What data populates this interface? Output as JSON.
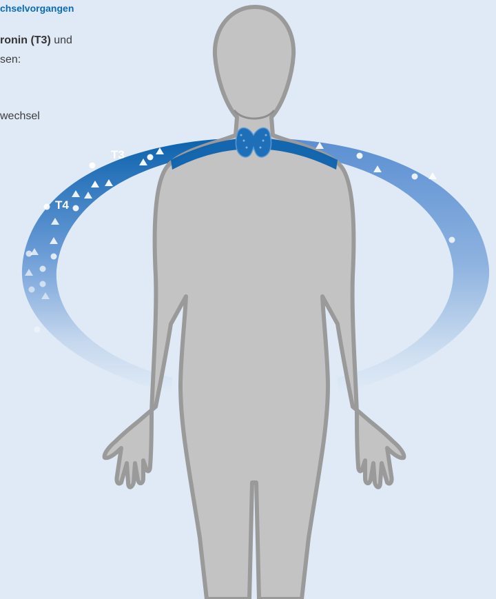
{
  "heading": "chselvorgangen",
  "paragraph": {
    "line1_bold": "ronin (T3)",
    "line1_rest": " und",
    "line2": "sen:",
    "line3": "wechsel"
  },
  "labels": {
    "t3": "T3",
    "t4": "T4"
  },
  "colors": {
    "background": "#dfeaf6",
    "body": "#c3c3c3",
    "body_outline": "#9a9a9a",
    "thyroid": "#1f6fb8",
    "ring_dark": "#0b62ad",
    "ring_light": "#6a9bd6",
    "heading": "#0a6bb5"
  },
  "icons": [
    "thyroid-icon",
    "human-body-figure",
    "hormone-circle-marker",
    "hormone-triangle-marker"
  ]
}
